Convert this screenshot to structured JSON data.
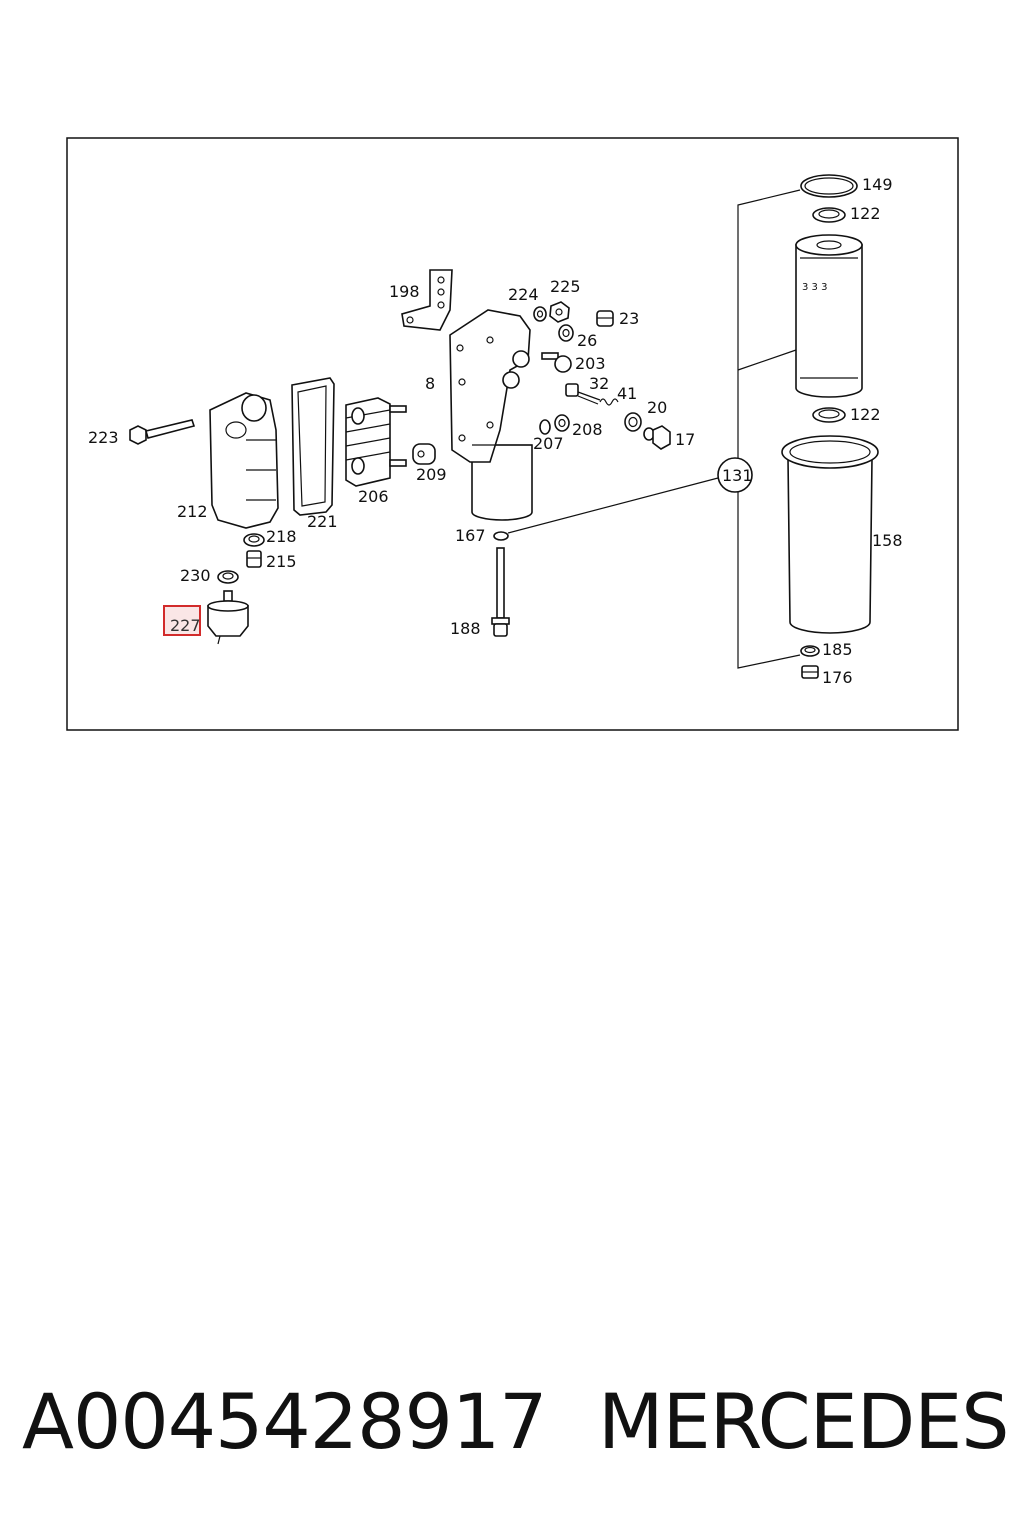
{
  "diagram": {
    "labels": {
      "l149": "149",
      "l122a": "122",
      "l122b": "122",
      "l198": "198",
      "l224": "224",
      "l225": "225",
      "l23": "23",
      "l26": "26",
      "l203": "203",
      "l8": "8",
      "l32": "32",
      "l41": "41",
      "l20": "20",
      "l223": "223",
      "l207": "207",
      "l208": "208",
      "l17": "17",
      "l209": "209",
      "l131": "131",
      "l206": "206",
      "l212": "212",
      "l221": "221",
      "l218": "218",
      "l167": "167",
      "l158": "158",
      "l215": "215",
      "l230": "230",
      "l227": "227",
      "l188": "188",
      "l185": "185",
      "l176": "176"
    },
    "highlight_color": "#d22b2b"
  },
  "footer": {
    "part_number": "A0045428917",
    "brand": "MERCEDES"
  }
}
